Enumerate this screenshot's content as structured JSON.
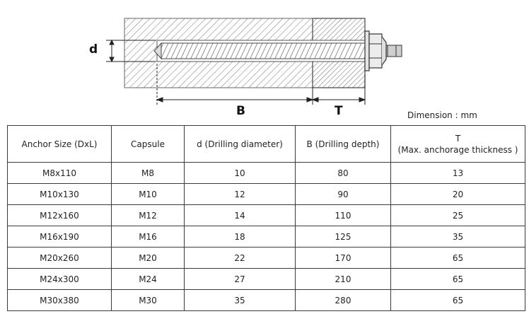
{
  "diagram": {
    "label_d": "d",
    "label_b": "B",
    "label_t": "T"
  },
  "dimension_note": "Dimension : mm",
  "table": {
    "headers": [
      {
        "line1": "Anchor Size (DxL)",
        "line2": ""
      },
      {
        "line1": "Capsule",
        "line2": ""
      },
      {
        "line1": "d (Drilling diameter)",
        "line2": ""
      },
      {
        "line1": "B (Drilling depth)",
        "line2": ""
      },
      {
        "line1": "T",
        "line2": "(Max. anchorage thickness )"
      }
    ],
    "rows": [
      [
        "M8x110",
        "M8",
        "10",
        "80",
        "13"
      ],
      [
        "M10x130",
        "M10",
        "12",
        "90",
        "20"
      ],
      [
        "M12x160",
        "M12",
        "14",
        "110",
        "25"
      ],
      [
        "M16x190",
        "M16",
        "18",
        "125",
        "35"
      ],
      [
        "M20x260",
        "M20",
        "22",
        "170",
        "65"
      ],
      [
        "M24x300",
        "M24",
        "27",
        "210",
        "65"
      ],
      [
        "M30x380",
        "M30",
        "35",
        "280",
        "65"
      ]
    ]
  }
}
